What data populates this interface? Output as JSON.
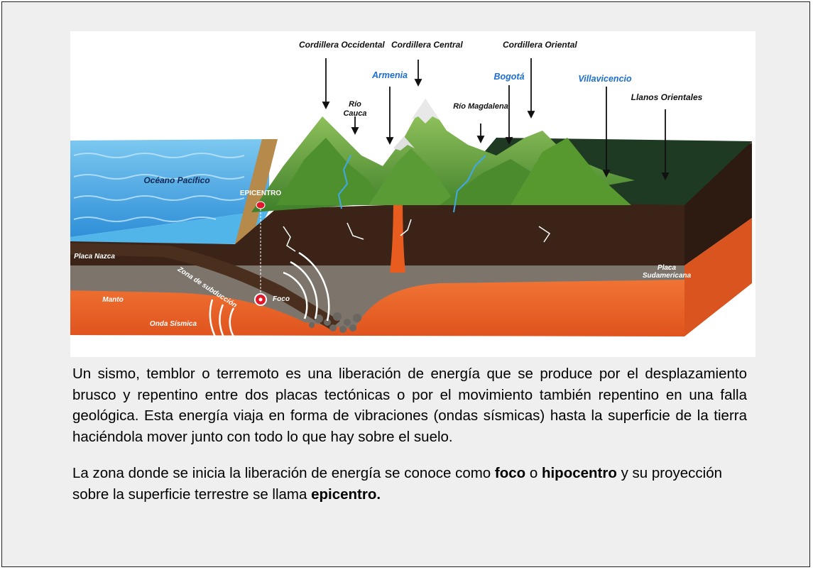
{
  "diagram": {
    "labels": {
      "cordillera_occidental": "Cordillera Occidental",
      "cordillera_central": "Cordillera Central",
      "cordillera_oriental": "Cordillera Oriental",
      "armenia": "Armenia",
      "bogota": "Bogotá",
      "villavicencio": "Villavicencio",
      "llanos_orientales": "Llanos Orientales",
      "rio_cauca": "Río Cauca",
      "rio_magdalena": "Río Magdalena",
      "oceano_pacifico": "Océano Pacífico",
      "epicentro": "EPICENTRO",
      "placa_nazca": "Placa Nazca",
      "zona_subduccion": "Zona de subducción",
      "foco": "Foco",
      "manto": "Manto",
      "onda_sismica": "Onda Sísmica",
      "placa_sudamericana": "Placa Sudamericana"
    },
    "colors": {
      "ocean": "#3fa9e6",
      "mantle": "#e8602a",
      "crust_dark": "#3b2417",
      "plate_gray": "#8a8178",
      "mountains": "#5fa13a",
      "plains": "#1f3a22",
      "city_label": "#1c6fd0"
    }
  },
  "paragraph1": "Un sismo, temblor o terremoto es una liberación de energía que se produce por el desplazamiento brusco y repentino entre dos placas tectónicas o por el movimiento también repentino en una falla geológica. Esta energía viaja en forma de vibraciones (ondas sísmicas) hasta la superficie de la tierra haciéndola mover junto con todo lo que hay sobre el suelo.",
  "paragraph2": {
    "t1": "La zona donde se inicia la liberación de energía se conoce como ",
    "b1": "foco",
    "t2": " o ",
    "b2": "hipocentro",
    "t3": " y su proyección sobre la superficie terrestre se llama ",
    "b3": "epicentro",
    "t4": "."
  }
}
